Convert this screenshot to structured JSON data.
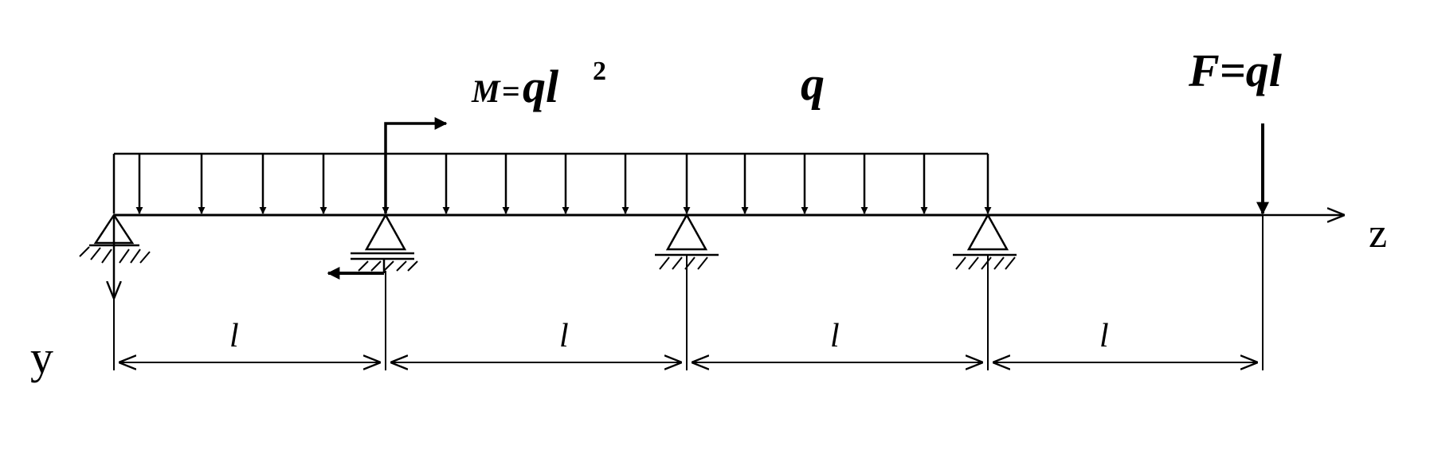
{
  "labels": {
    "moment_M": "M",
    "moment_eq": "=",
    "moment_q": "ql",
    "moment_exp": "2",
    "distributed_q": "q",
    "force": "F=ql",
    "axis_z": "z",
    "axis_y": "y",
    "span_1": "l",
    "span_2": "l",
    "span_3": "l",
    "span_4": "l"
  },
  "colors": {
    "ink": "#000000",
    "background": "#ffffff"
  }
}
